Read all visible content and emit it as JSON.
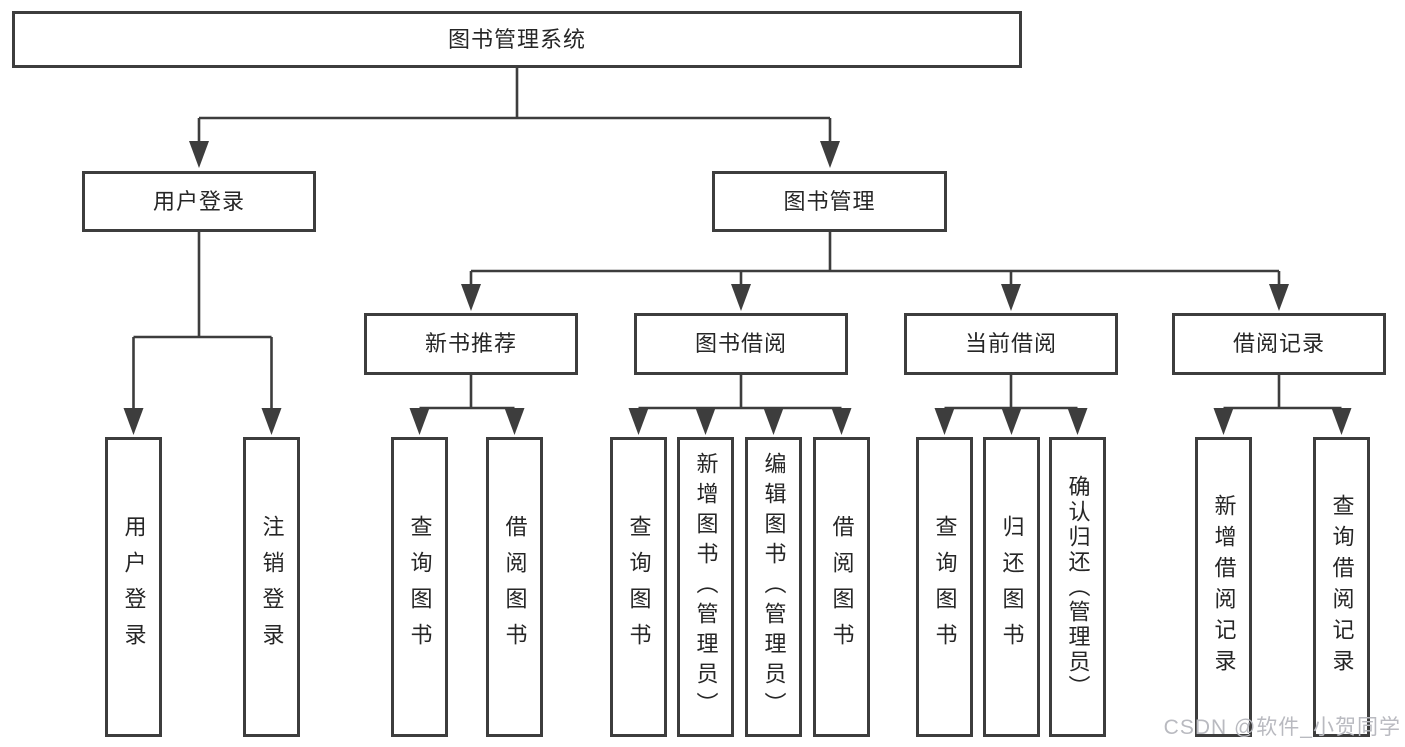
{
  "diagram": {
    "root": {
      "label": "图书管理系统",
      "children": [
        {
          "label": "用户登录",
          "children": [
            {
              "label": "用户登录"
            },
            {
              "label": "注销登录"
            }
          ]
        },
        {
          "label": "图书管理",
          "children": [
            {
              "label": "新书推荐",
              "children": [
                {
                  "label": "查询图书"
                },
                {
                  "label": "借阅图书"
                }
              ]
            },
            {
              "label": "图书借阅",
              "children": [
                {
                  "label": "查询图书"
                },
                {
                  "label": "新增图书（管理员）"
                },
                {
                  "label": "编辑图书（管理员）"
                },
                {
                  "label": "借阅图书"
                }
              ]
            },
            {
              "label": "当前借阅",
              "children": [
                {
                  "label": "查询图书"
                },
                {
                  "label": "归还图书"
                },
                {
                  "label": "确认归还（管理员）"
                }
              ]
            },
            {
              "label": "借阅记录",
              "children": [
                {
                  "label": "新增借阅记录"
                },
                {
                  "label": "查询借阅记录"
                }
              ]
            }
          ]
        }
      ]
    },
    "line_color": "#3d3d3d",
    "box_background": "#ffffff",
    "text_color": "#262626"
  },
  "watermark": {
    "text": "CSDN @软件_小贺同学",
    "color": "#b9bac0"
  }
}
